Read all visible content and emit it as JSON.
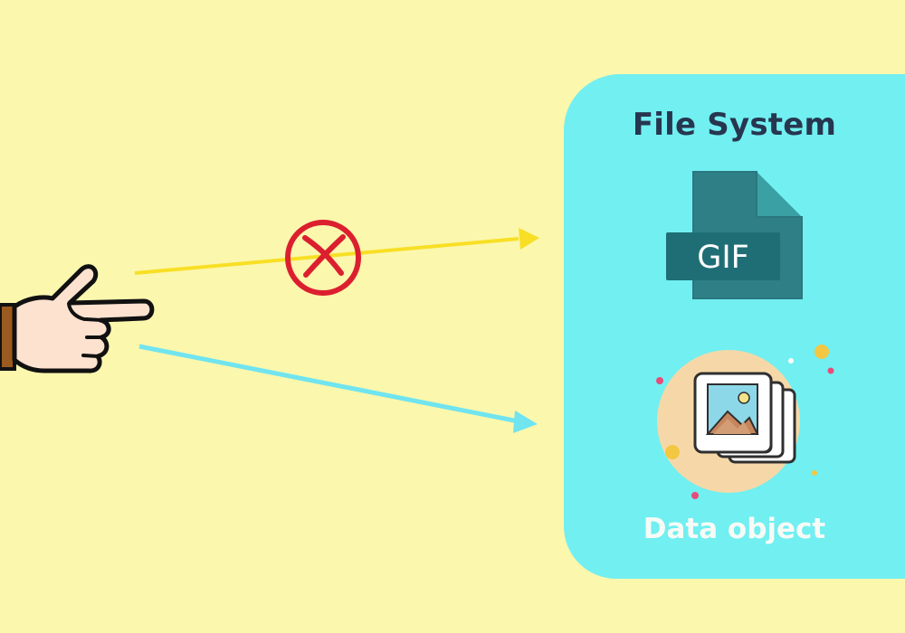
{
  "panel": {
    "title": "File System",
    "file_badge": "GIF",
    "data_label": "Data object"
  },
  "colors": {
    "background": "#fbf7ad",
    "panel": "#71eff1",
    "title": "#27364f",
    "file_dark": "#2f7f86",
    "file_mid": "#3aa0a4",
    "yellow_arrow": "#f8df25",
    "blue_arrow": "#70e4ef",
    "cross": "#dc1f2f"
  },
  "icons": {
    "left_hand": "pointing-hand-icon",
    "blocked": "blocked-x-icon",
    "file": "gif-file-icon",
    "image": "image-stack-icon"
  }
}
